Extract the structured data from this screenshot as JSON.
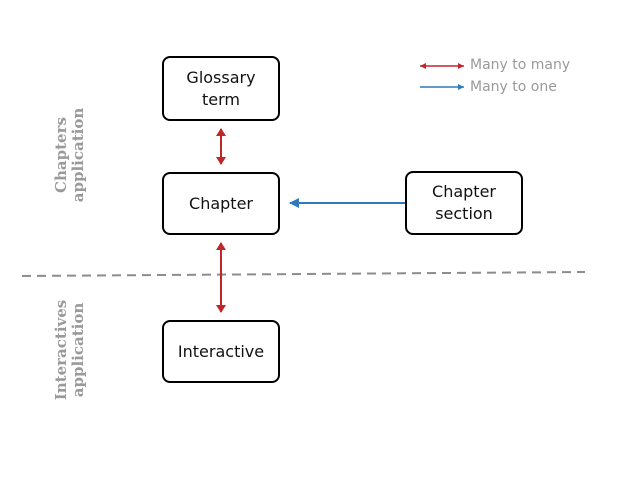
{
  "regions": {
    "chapters": "Chapters application",
    "interactives": "Interactives application"
  },
  "boxes": {
    "glossary_term": "Glossary term",
    "chapter": "Chapter",
    "chapter_section": "Chapter section",
    "interactive": "Interactive"
  },
  "legend": {
    "many_to_many": "Many to many",
    "many_to_one": "Many to one"
  },
  "colors": {
    "many_to_many": "#c0272d",
    "many_to_one": "#2f7ab8",
    "divider": "#8c8c8c",
    "label": "#9a9a9a"
  }
}
